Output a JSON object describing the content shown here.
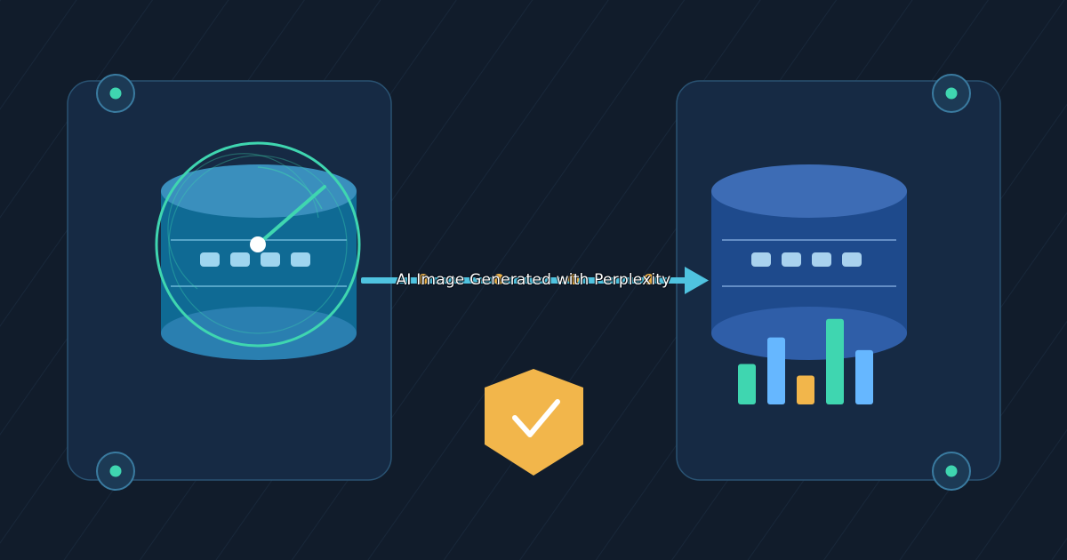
{
  "watermark": "AI Image Generated with Perplexity",
  "icons": {
    "source_panel": "database-with-speedometer-icon",
    "target_panel": "database-with-bar-chart-icon",
    "transfer": "arrow-right-icon",
    "badge": "shield-check-icon",
    "corner_marker": "node-dot-icon"
  },
  "colors": {
    "background": "#111c2b",
    "panel_fill": "#162a44",
    "panel_stroke": "#2a5373",
    "teal": "#3fd6b0",
    "cyan": "#4fc3e0",
    "amber": "#f2b64b",
    "blue_db": "#1e4a8c",
    "teal_db": "#0f6a94",
    "light_blue": "#66b7ff"
  },
  "bar_chart": {
    "values": [
      0.35,
      0.58,
      0.25,
      0.74,
      0.47
    ],
    "colors": [
      "#3fd6b0",
      "#66b7ff",
      "#f2b64b",
      "#3fd6b0",
      "#66b7ff"
    ]
  },
  "gauge_level": 0.8
}
